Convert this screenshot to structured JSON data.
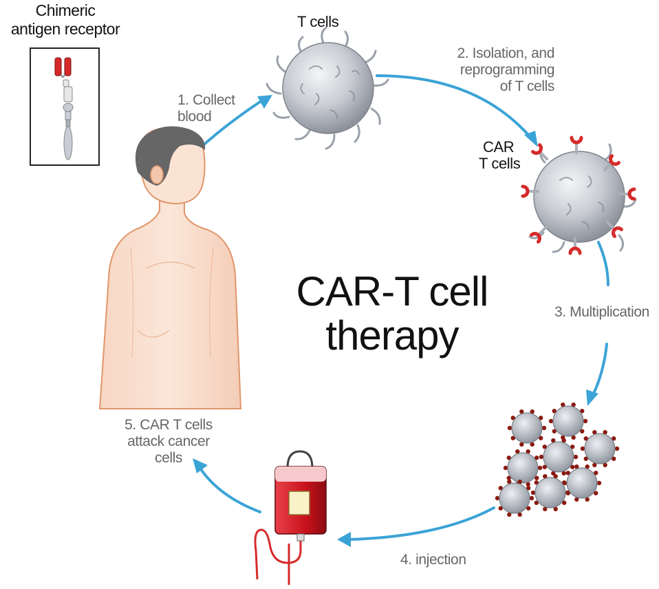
{
  "receptor_title": [
    "Chimeric",
    "antigen receptor"
  ],
  "t_cells_label": "T cells",
  "car_t_label": [
    "CAR",
    "T cells"
  ],
  "steps": {
    "collect": [
      "1. Collect",
      "blood"
    ],
    "isolation": [
      "2. Isolation, and",
      "reprogramming",
      "of T cells"
    ],
    "multiplication": "3. Multiplication",
    "injection": "4. injection",
    "attack": [
      "5. CAR T cells",
      "attack cancer",
      "cells"
    ]
  },
  "center_title": [
    "CAR-T cell",
    "therapy"
  ],
  "colors": {
    "arrow": "#3ba3d6",
    "cell": "#c8ccd4",
    "receptor": "#d62a2a",
    "skin": "#f8dccb",
    "skin_outline": "#e0956a",
    "hair": "#666666",
    "blood": "#c8121b"
  },
  "icons": [
    "chimeric-antigen-receptor-icon",
    "t-cell-icon",
    "car-t-cell-icon",
    "multiplied-cells-icon",
    "iv-bag-icon",
    "human-body-icon"
  ]
}
